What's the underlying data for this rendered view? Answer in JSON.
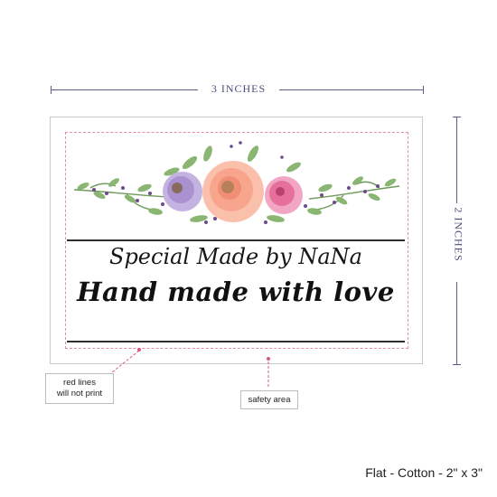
{
  "dimensions": {
    "width_label": "3 INCHES",
    "height_label": "2 INCHES"
  },
  "label": {
    "line1": "Special Made by NaNa",
    "line2": "Hand made with love"
  },
  "callouts": {
    "red_lines_line1": "red lines",
    "red_lines_line2": "will not print",
    "safety_area": "safety area"
  },
  "caption": "Flat - Cotton - 2\" x 3\"",
  "colors": {
    "dimension_ink": "#4a4e7c",
    "safety_line": "#e58aa8",
    "callout_line": "#d9577f",
    "peach_rose": "#f4a98f",
    "pink_rose": "#ea6fa0",
    "lavender_rose": "#b9a7d8",
    "leaf": "#7fa866"
  },
  "icons": [
    "floral-garland"
  ]
}
